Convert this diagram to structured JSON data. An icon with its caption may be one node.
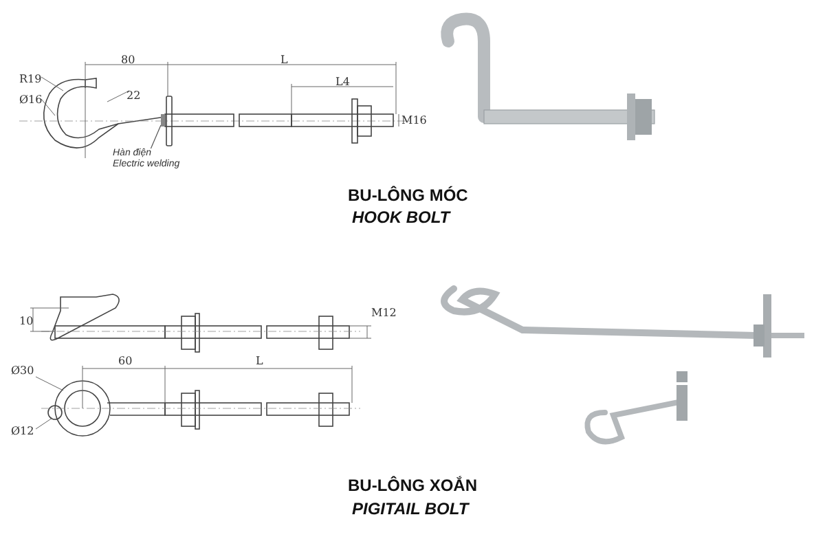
{
  "diagram": {
    "nodes": [
      {
        "text": [
          "Hàn điện",
          "Electric welding"
        ]
      },
      {
        "text": [],
        "shape": "box"
      }
    ],
    "edges": [
      {
        "from": 0,
        "to": 1,
        "arrow": "none"
      }
    ],
    "labels": [
      "R19",
      "Ø16",
      "80",
      "L",
      "22",
      "L4",
      "M16",
      "BU-LÔNG MÓC",
      "HOOK BOLT",
      "10",
      "M12",
      "Ø30",
      "60",
      "L",
      "Ø12",
      "BU-LÔNG XOẮN",
      "PIGITAIL BOLT"
    ]
  }
}
